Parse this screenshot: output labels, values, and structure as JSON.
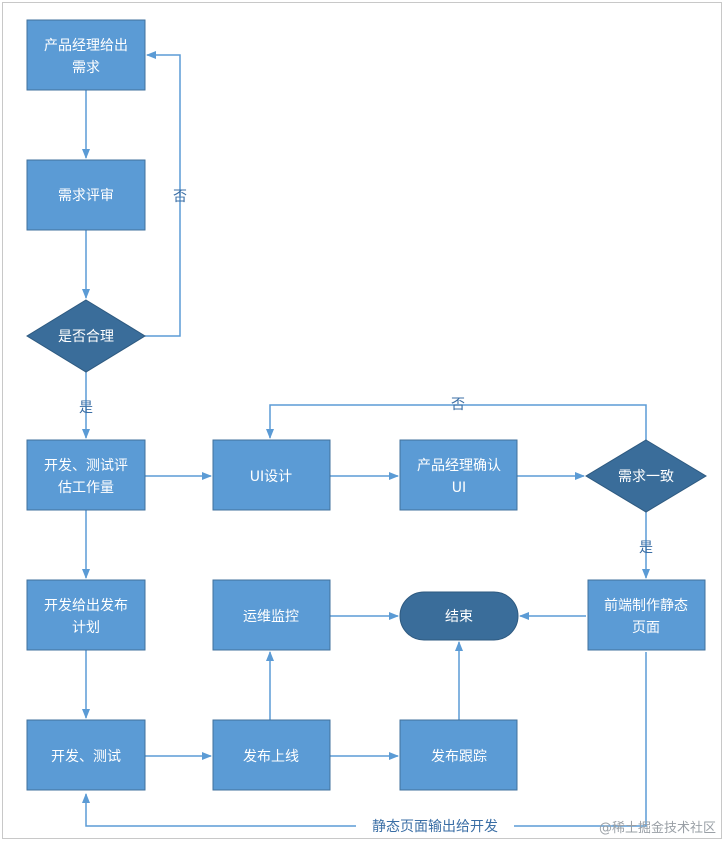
{
  "colors": {
    "node_fill": "#5b9bd5",
    "node_stroke": "#41719c",
    "decision_fill": "#3a6d9a",
    "edge": "#5b9bd5",
    "text": "#ffffff",
    "label": "#3a6ea5",
    "frame": "#c8c8c8"
  },
  "nodes": {
    "pm_requirements": [
      "产品经理给出",
      "需求"
    ],
    "requirement_review": [
      "需求评审"
    ],
    "is_reasonable": [
      "是否合理"
    ],
    "dev_test_estimate": [
      "开发、测试评",
      "估工作量"
    ],
    "ui_design": [
      "UI设计"
    ],
    "pm_confirm_ui": [
      "产品经理确认",
      "UI"
    ],
    "requirement_consistent": [
      "需求一致"
    ],
    "frontend_static_pages": [
      "前端制作静态",
      "页面"
    ],
    "dev_release_plan": [
      "开发给出发布",
      "计划"
    ],
    "ops_monitoring": [
      "运维监控"
    ],
    "end": [
      "结束"
    ],
    "dev_test": [
      "开发、测试"
    ],
    "release_online": [
      "发布上线"
    ],
    "release_tracking": [
      "发布跟踪"
    ]
  },
  "edge_labels": {
    "no_left": "否",
    "yes_left": "是",
    "no_top": "否",
    "yes_right": "是",
    "static_to_dev": "静态页面输出给开发"
  },
  "watermark": "@稀土掘金技术社区"
}
